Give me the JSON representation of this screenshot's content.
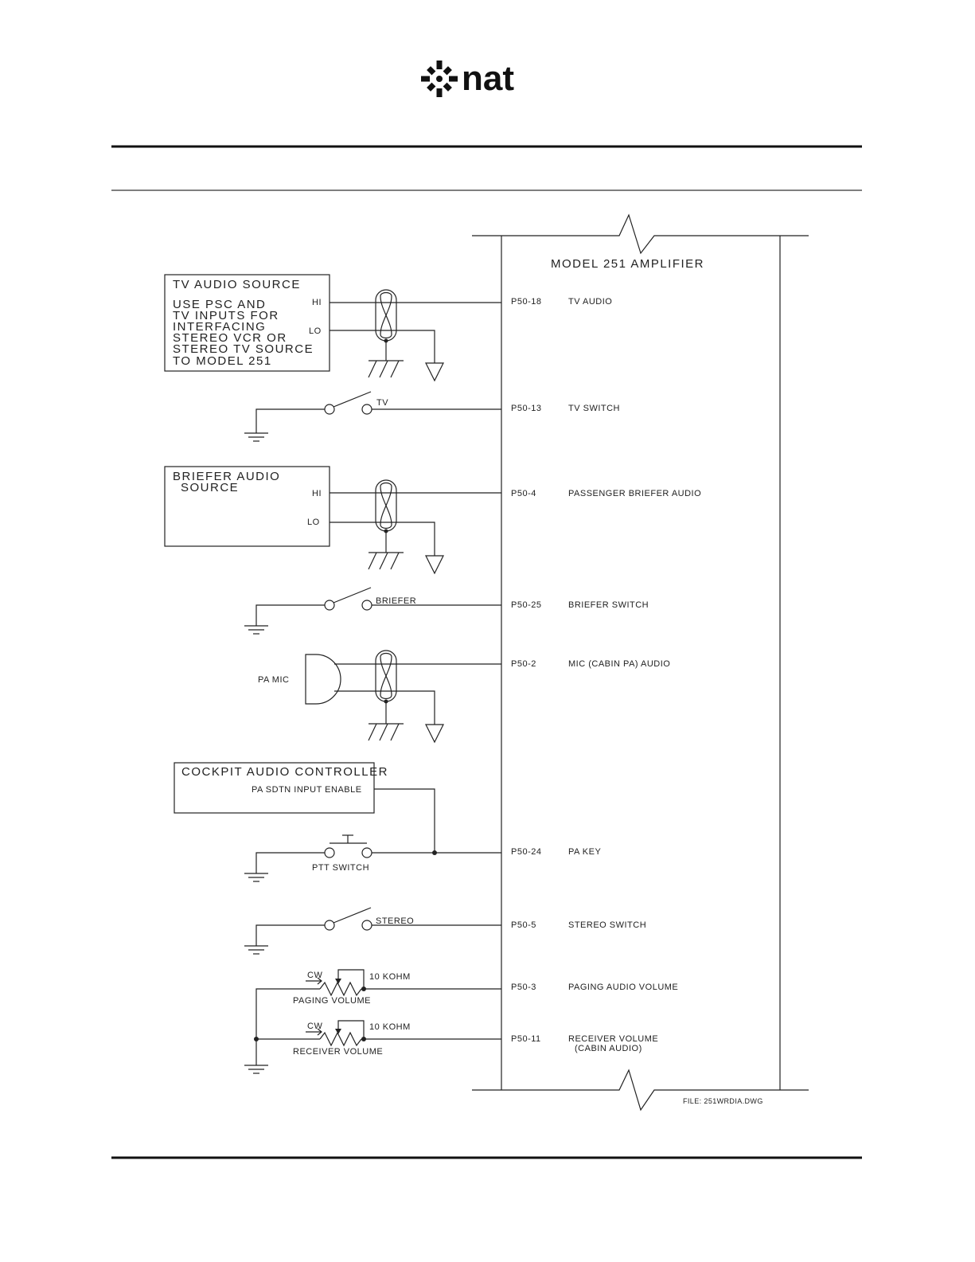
{
  "header": {
    "logo_text": "nat"
  },
  "amplifier": {
    "title": "MODEL 251 AMPLIFIER"
  },
  "sources": {
    "tv_audio": {
      "title": "TV AUDIO SOURCE",
      "note_lines": [
        "USE PSC AND",
        "TV INPUTS FOR",
        "INTERFACING",
        "STEREO VCR OR",
        "STEREO TV SOURCE",
        "TO MODEL 251"
      ],
      "hi": "HI",
      "lo": "LO"
    },
    "briefer_audio": {
      "title_lines": [
        "BRIEFER AUDIO",
        "SOURCE"
      ],
      "hi": "HI",
      "lo": "LO"
    },
    "pa_mic": "PA MIC",
    "cockpit": {
      "title": "COCKPIT AUDIO CONTROLLER",
      "signal": "PA SDTN INPUT ENABLE"
    }
  },
  "switches": {
    "tv": "TV",
    "briefer": "BRIEFER",
    "ptt": "PTT SWITCH",
    "stereo": "STEREO"
  },
  "pots": {
    "paging": {
      "cw": "CW",
      "value": "10 KOHM",
      "name": "PAGING VOLUME"
    },
    "receiver": {
      "cw": "CW",
      "value": "10 KOHM",
      "name": "RECEIVER VOLUME"
    }
  },
  "pins": [
    {
      "pin": "P50-18",
      "label": "TV AUDIO",
      "label2": ""
    },
    {
      "pin": "P50-13",
      "label": "TV SWITCH",
      "label2": ""
    },
    {
      "pin": "P50-4",
      "label": "PASSENGER BRIEFER AUDIO",
      "label2": ""
    },
    {
      "pin": "P50-25",
      "label": "BRIEFER SWITCH",
      "label2": ""
    },
    {
      "pin": "P50-2",
      "label": "MIC (CABIN PA) AUDIO",
      "label2": ""
    },
    {
      "pin": "P50-24",
      "label": "PA KEY",
      "label2": ""
    },
    {
      "pin": "P50-5",
      "label": "STEREO SWITCH",
      "label2": ""
    },
    {
      "pin": "P50-3",
      "label": "PAGING AUDIO VOLUME",
      "label2": ""
    },
    {
      "pin": "P50-11",
      "label": "RECEIVER VOLUME",
      "label2": "(CABIN AUDIO)"
    }
  ],
  "footer": {
    "file": "FILE: 251WRDIA.DWG"
  }
}
